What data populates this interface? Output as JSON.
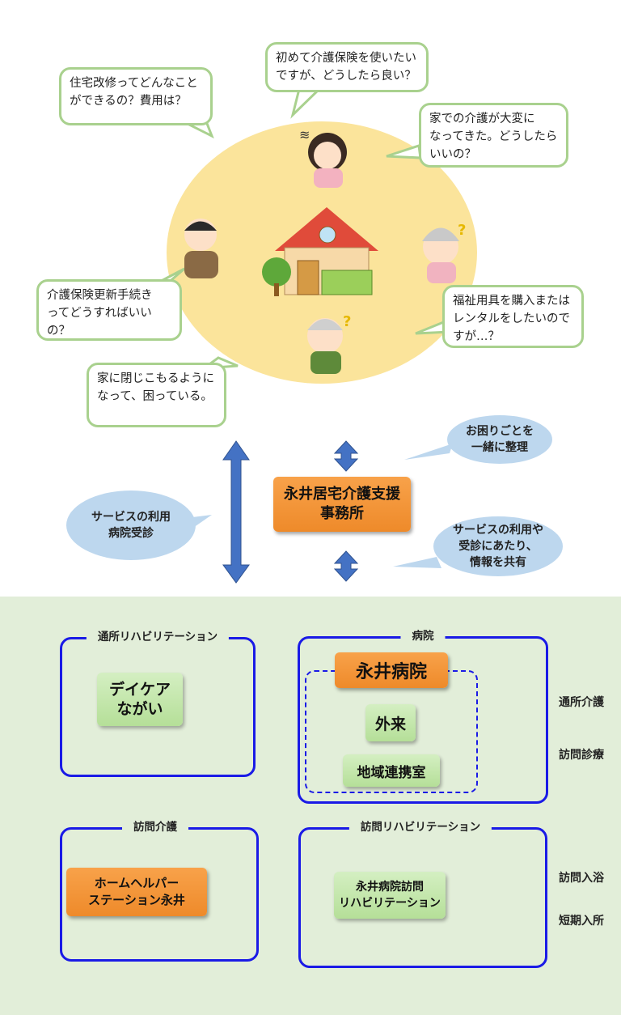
{
  "bubbles": {
    "kaigo_hoken": "初めて介護保険を使いたい\nですが、どうしたら良い？",
    "jutaku": "住宅改修ってどんなこと\nができるの？費用は？",
    "ie_kaigo": "家での介護が大変に\nなってきた。どうしたら\nいいの？",
    "koushin": "介護保険更新手続き\nってどうすればいいの？",
    "fukushi": "福祉用具を購入または\nレンタルをしたいので\nすが…？",
    "tojikomori": "家に閉じこもるように\nなって、困っている。"
  },
  "clouds": {
    "seiri": "お困りごとを\n一緒に整理",
    "riyou_left": "サービスの利用\n病院受診",
    "kyouyuu": "サービスの利用や\n受診にあたり、\n情報を共有"
  },
  "center_office": "永井居宅介護支援\n事務所",
  "groups": {
    "tsusho_rehab": {
      "title": "通所リハビリテーション",
      "box": "デイケア\nながい"
    },
    "hospital": {
      "title": "病院",
      "main": "永井病院",
      "outpatient": "外来",
      "renkei": "地域連携室"
    },
    "houmon_kaigo": {
      "title": "訪問介護",
      "box": "ホームヘルパー\nステーション永井"
    },
    "houmon_rehab": {
      "title": "訪問リハビリテーション",
      "box": "永井病院訪問\nリハビリテーション"
    }
  },
  "side_labels": [
    "通所介護",
    "訪問診療",
    "訪問入浴",
    "短期入所"
  ],
  "colors": {
    "circle": "#fbe49b",
    "bubble_border": "#a9d18e",
    "cloud": "#bdd7ee",
    "arrow": "#4472c4",
    "orange": "#f39a3c",
    "green": "#c5e7ad",
    "group_border": "#1a1ae6",
    "lower_bg": "#e2eed9"
  }
}
